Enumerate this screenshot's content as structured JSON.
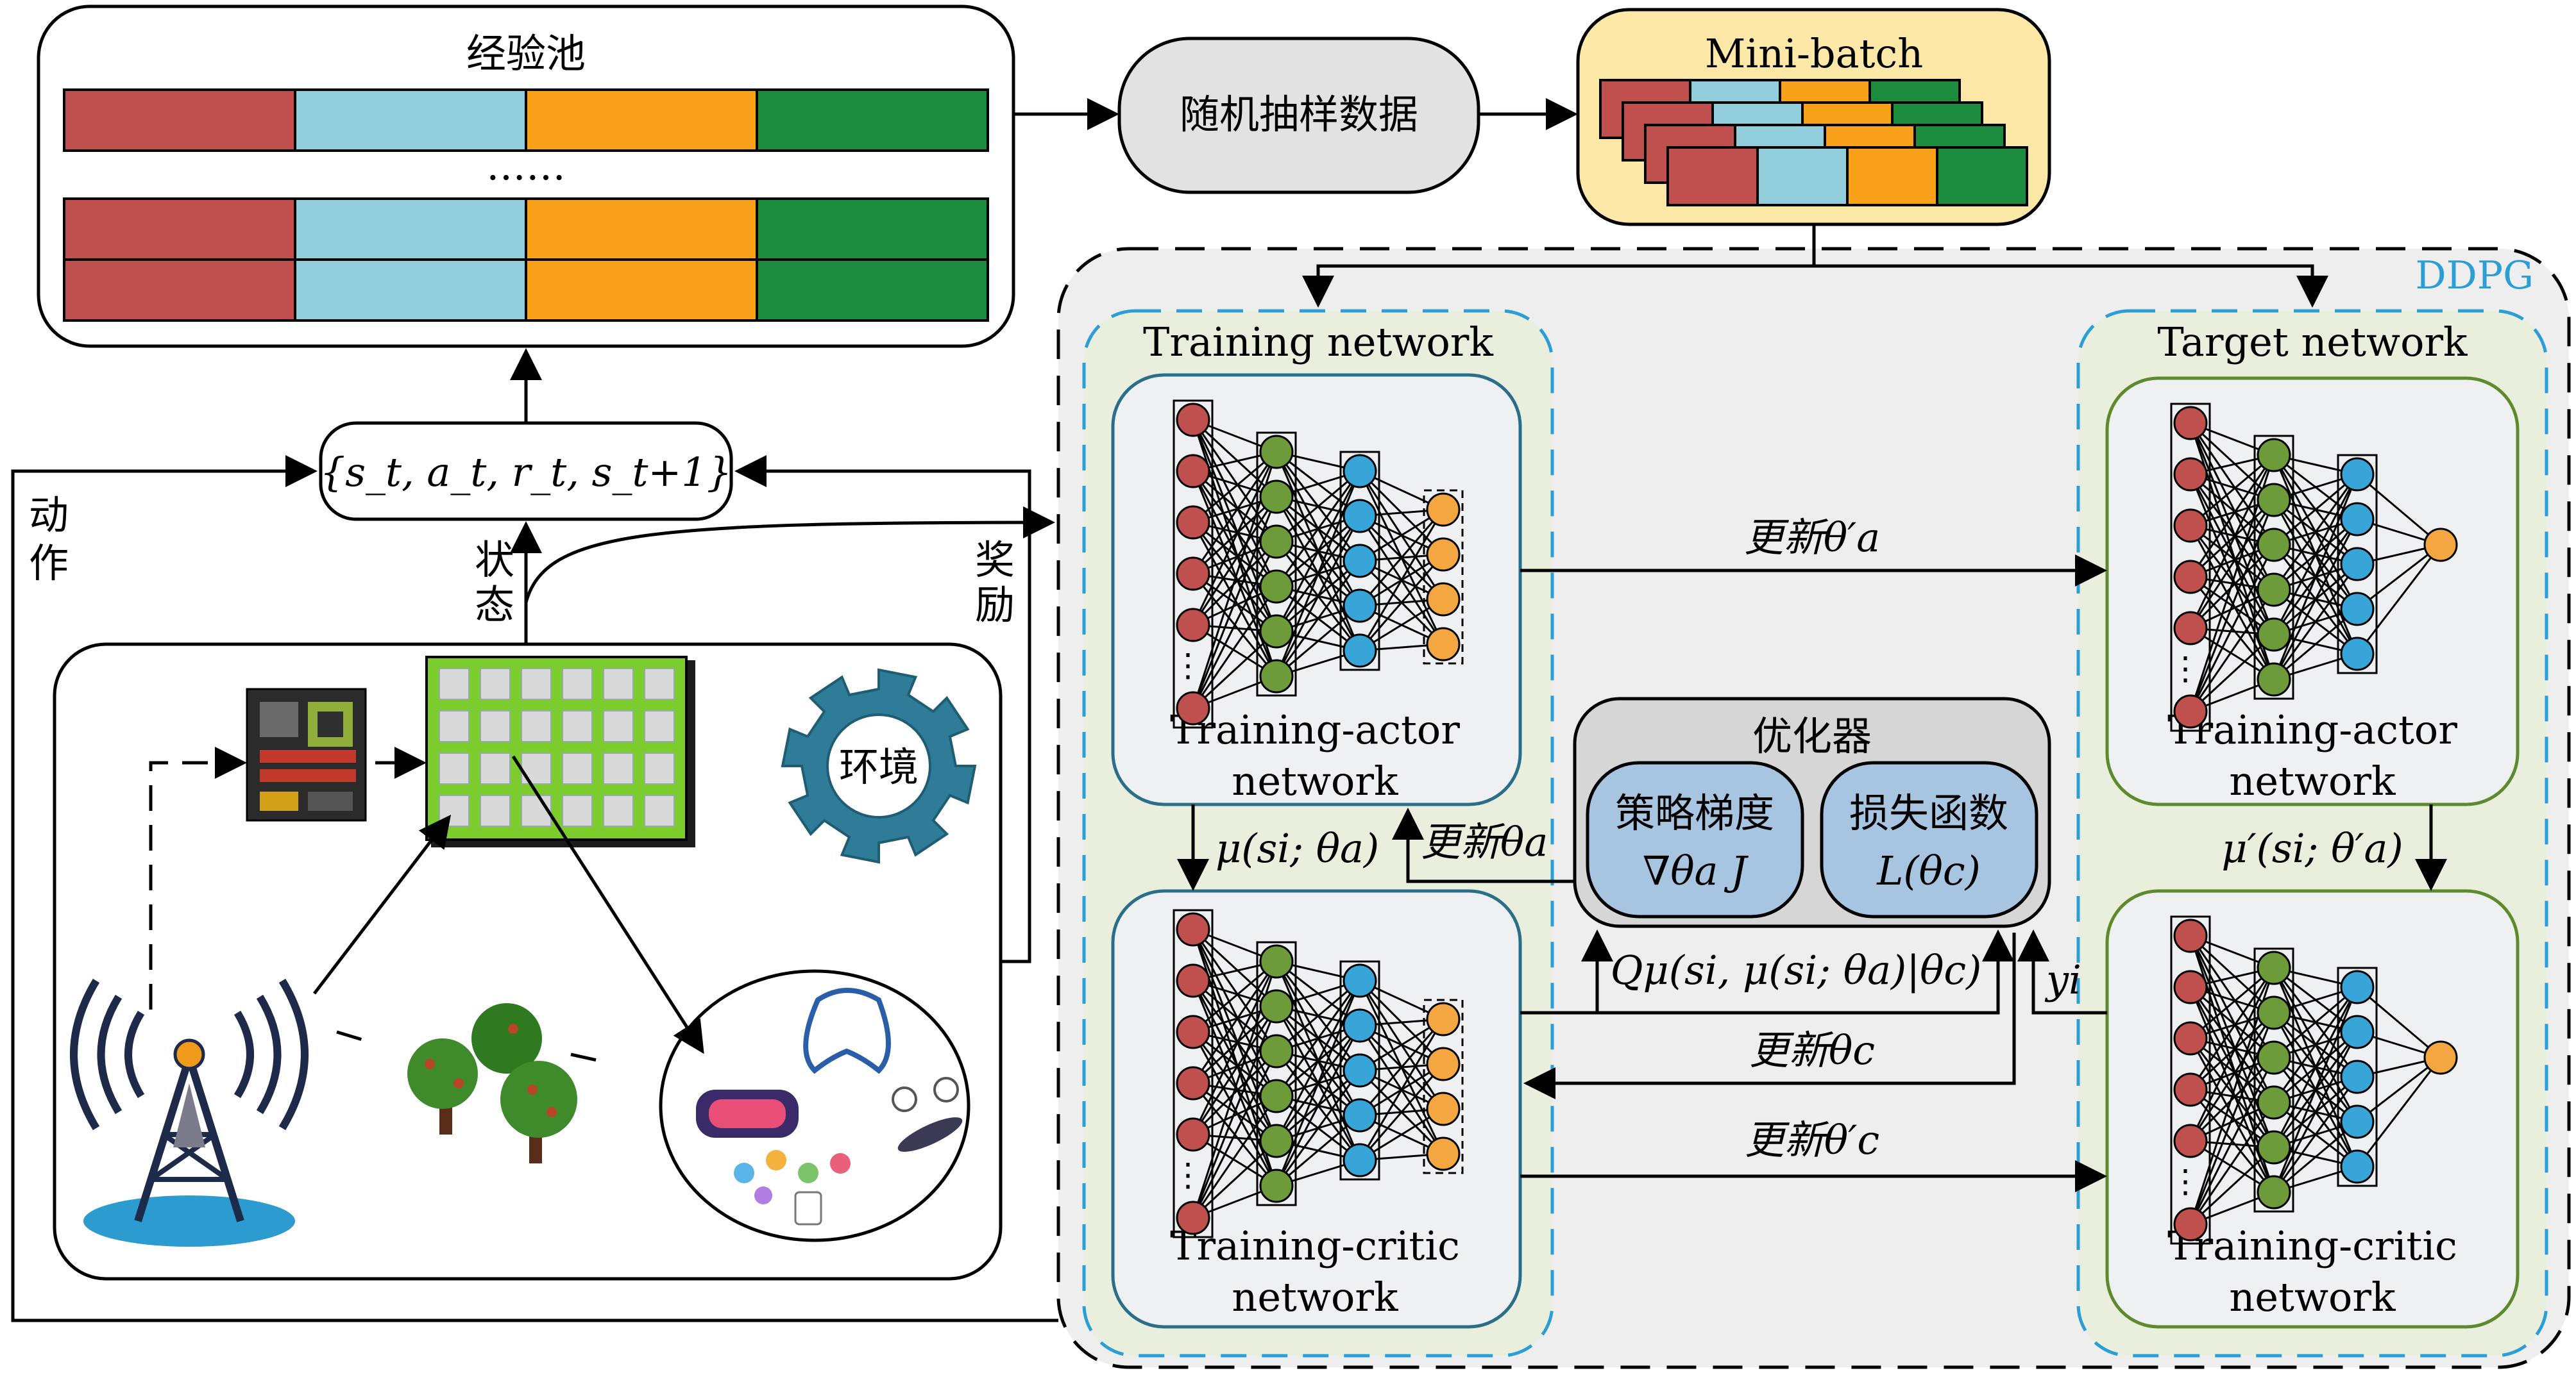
{
  "experience_pool": {
    "title": "经验池",
    "ellipsis": "……"
  },
  "random_sample": {
    "label": "随机抽样数据"
  },
  "mini_batch": {
    "title": "Mini-batch"
  },
  "transition": {
    "label": "{s_t, a_t, r_t, s_t+1}"
  },
  "left_labels": {
    "action": "动作",
    "state": "状态",
    "reward": "奖励"
  },
  "environment": {
    "label": "环境"
  },
  "ddpg": {
    "label": "DDPG"
  },
  "training_network": {
    "title": "Training network",
    "actor": {
      "line1": "Training-actor",
      "line2": "network"
    },
    "critic": {
      "line1": "Training-critic",
      "line2": "network"
    }
  },
  "target_network": {
    "title": "Target network",
    "actor": {
      "line1": "Training-actor",
      "line2": "network"
    },
    "critic": {
      "line1": "Training-critic",
      "line2": "network"
    }
  },
  "optimizer": {
    "title": "优化器",
    "policy": {
      "line1": "策略梯度",
      "line2": "∇θa J"
    },
    "loss": {
      "line1": "损失函数",
      "line2": "L(θc)"
    }
  },
  "edges": {
    "update_theta_a_prime": "更新θ′a",
    "update_theta_c_prime": "更新θ′c",
    "update_theta_a": "更新θa",
    "update_theta_c": "更新θc",
    "mu_label": "μ(si; θa)",
    "mu_prime_label": "μ′(si; θ′a)",
    "q_label": "Qμ(si, μ(si; θa)|θc)",
    "y_label": "yi"
  },
  "colors": {
    "red": "#c0504d",
    "light_blue": "#92cddc",
    "orange": "#f9a11b",
    "green": "#1e8c3e",
    "minibatch_bg": "#fde8a8",
    "ddpg_bg": "#eeeeee",
    "net_bg": "#e9eedd",
    "opt_bg": "#d6d6d6",
    "opt_inner": "#a7c4e0",
    "gear": "#2f7c98",
    "node_red": "#c0504d",
    "node_green": "#6d9b3a",
    "node_blue": "#37a5d8",
    "node_orange": "#f4a640"
  }
}
